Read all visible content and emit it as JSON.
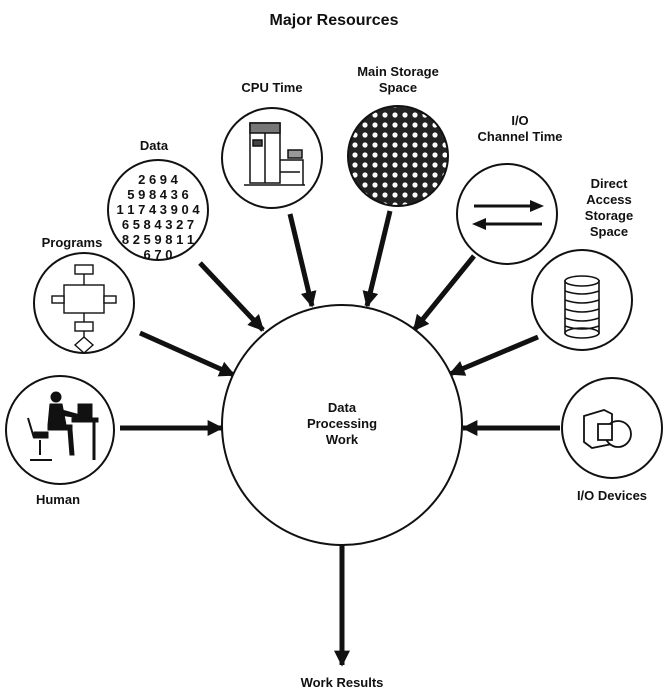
{
  "title": "Major Resources",
  "center": {
    "line1": "Data",
    "line2": "Processing",
    "line3": "Work"
  },
  "output": "Work Results",
  "resources": {
    "human": "Human",
    "programs": "Programs",
    "data": "Data",
    "data_digits": [
      "2 6 9 4",
      "5 9 8 4 3 6",
      "1 1 7 4 3 9 0 4",
      "6 5 8 4 3 2 7",
      "8 2 5 9 8 1 1",
      "6 7 0"
    ],
    "cpu_time": "CPU Time",
    "main_storage": {
      "line1": "Main Storage",
      "line2": "Space"
    },
    "io_channel": {
      "line1": "I/O",
      "line2": "Channel Time"
    },
    "direct_access": {
      "line1": "Direct",
      "line2": "Access",
      "line3": "Storage",
      "line4": "Space"
    },
    "io_devices": "I/O Devices"
  },
  "icons": {
    "human": "person-at-terminal-icon",
    "programs": "flowchart-icon",
    "data": "digits-icon",
    "cpu_time": "computer-cabinet-icon",
    "main_storage": "memory-grid-icon",
    "io_channel": "bidirectional-arrows-icon",
    "direct_access": "disk-stack-icon",
    "io_devices": "devices-icon"
  }
}
